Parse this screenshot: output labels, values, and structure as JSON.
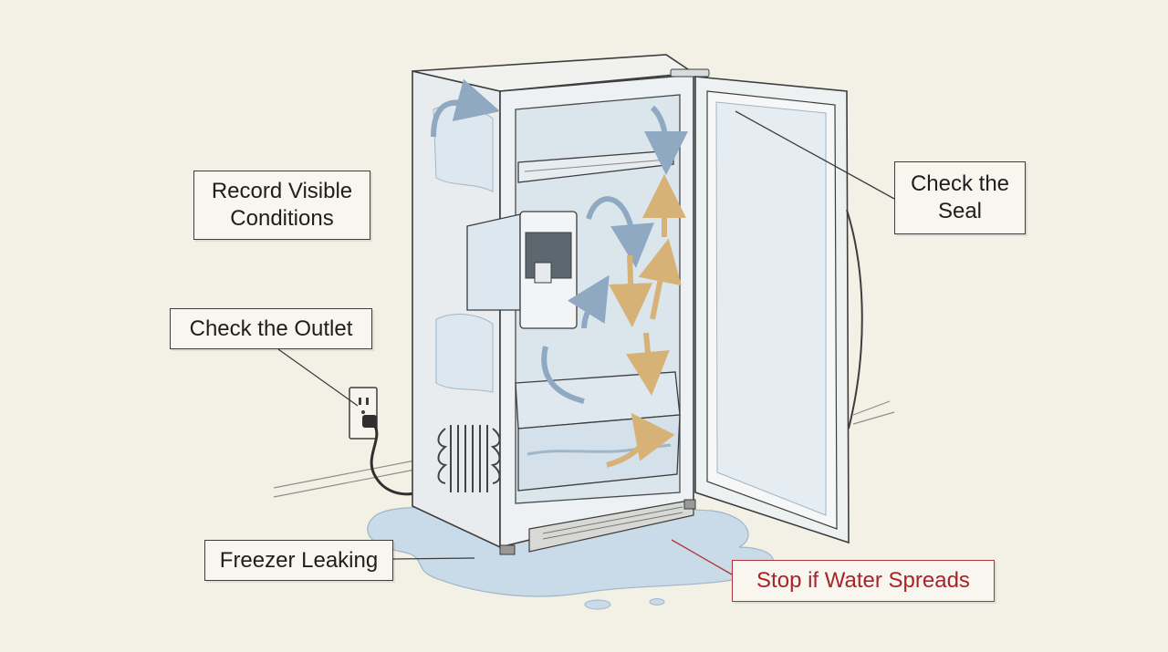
{
  "labels": {
    "record_line1": "Record Visible",
    "record_line2": "Conditions",
    "outlet": "Check the Outlet",
    "seal_line1": "Check the",
    "seal_line2": "Seal",
    "leaking": "Freezer Leaking",
    "stop": "Stop if Water Spreads"
  },
  "colors": {
    "background": "#f3f0e5",
    "ink": "#3d3d3d",
    "frost": "#dce7ef",
    "airflow_cold": "#8fa9c2",
    "airflow_warm": "#d7b277",
    "water": "#c9dbe8",
    "warning": "#a8232a"
  },
  "icons": [
    "outlet-icon",
    "plug-icon",
    "condenser-coil-icon",
    "ice-dispenser-icon",
    "airflow-arrow-icon"
  ]
}
